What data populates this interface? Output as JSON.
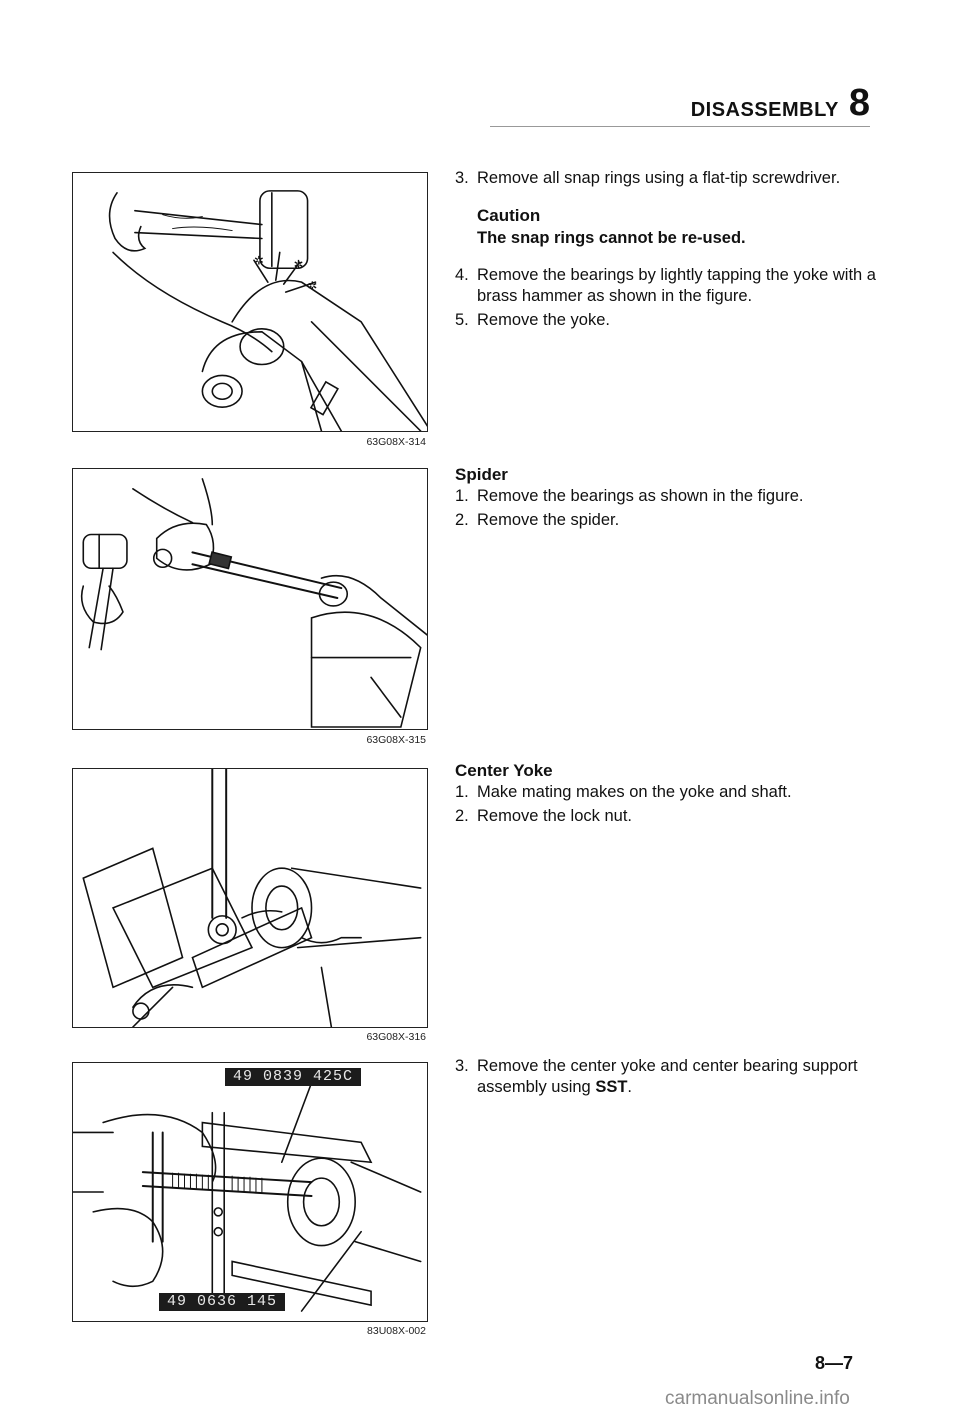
{
  "header": {
    "title": "DISASSEMBLY",
    "chapter": "8"
  },
  "figures": [
    {
      "code": "63G08X-314"
    },
    {
      "code": "63G08X-315"
    },
    {
      "code": "63G08X-316"
    },
    {
      "code": "83U08X-002",
      "sst_top": "49 0839 425C",
      "sst_bottom": "49 0636 145"
    }
  ],
  "section1": {
    "step3": {
      "num": "3.",
      "text": "Remove all snap rings using a flat-tip screwdriver."
    },
    "caution": {
      "title": "Caution",
      "text": "The snap rings cannot be re-used."
    },
    "step4": {
      "num": "4.",
      "text": "Remove the bearings by lightly tapping the yoke with a brass hammer as shown in the figure."
    },
    "step5": {
      "num": "5.",
      "text": "Remove the yoke."
    }
  },
  "section2": {
    "heading": "Spider",
    "step1": {
      "num": "1.",
      "text": "Remove the bearings as shown in the figure."
    },
    "step2": {
      "num": "2.",
      "text": "Remove the spider."
    }
  },
  "section3": {
    "heading": "Center Yoke",
    "step1": {
      "num": "1.",
      "text": "Make mating makes on the yoke and shaft."
    },
    "step2": {
      "num": "2.",
      "text": "Remove the lock nut."
    }
  },
  "section4": {
    "step3": {
      "num": "3.",
      "text_before": "Remove the center yoke and center bearing support assembly using ",
      "sst": "SST",
      "text_after": "."
    }
  },
  "page_number": "8—7",
  "watermark": "carmanualsonline.info"
}
